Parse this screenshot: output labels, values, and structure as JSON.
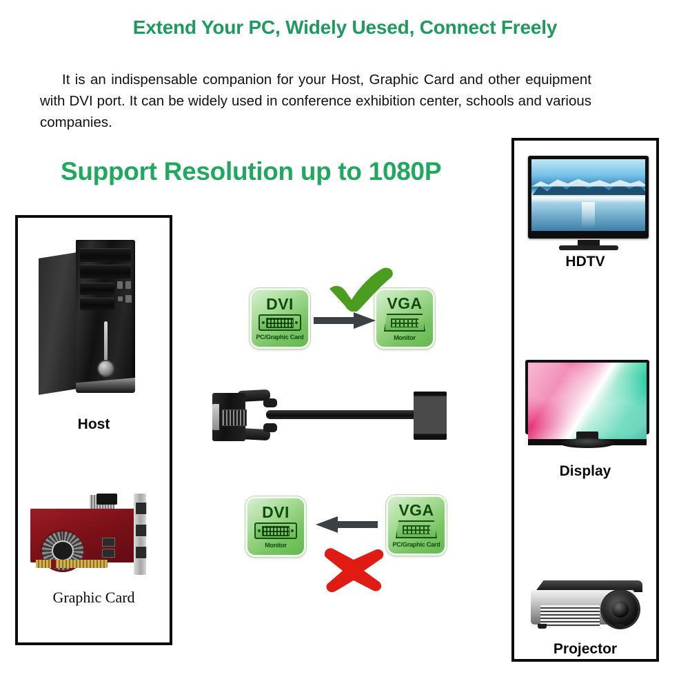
{
  "headline": "Extend Your PC, Widely Uesed, Connect Freely",
  "paragraph": "It is an indispensable companion for your Host, Graphic Card and other equipment with DVI port. It can be widely used in conference exhibition center, schools and various companies.",
  "subheading": "Support Resolution up to 1080P",
  "colors": {
    "headline_green": "#1e9a5c",
    "subheading_green": "#1fa85e",
    "check_green": "#4a9d1f",
    "cross_red": "#e01b14",
    "arrow_gray": "#3b4045",
    "tile_green": "#79c463",
    "tile_text": "#104c10"
  },
  "left_panel": {
    "items": [
      {
        "label": "Host",
        "icon": "pc-tower-icon"
      },
      {
        "label": "Graphic Card",
        "icon": "graphics-card-icon"
      }
    ]
  },
  "right_panel": {
    "items": [
      {
        "label": "HDTV",
        "icon": "hdtv-icon"
      },
      {
        "label": "Display",
        "icon": "monitor-icon"
      },
      {
        "label": "Projector",
        "icon": "projector-icon"
      }
    ]
  },
  "diagram": {
    "supported": {
      "source": {
        "title": "DVI",
        "sub": "PC/Graphic Card",
        "port": "dvi-port-icon"
      },
      "target": {
        "title": "VGA",
        "sub": "Monitor",
        "port": "vga-port-icon"
      },
      "mark": "check-mark-icon",
      "arrow": "arrow-right-icon"
    },
    "unsupported": {
      "source": {
        "title": "VGA",
        "sub": "PC/Graphic Card",
        "port": "vga-port-icon"
      },
      "target": {
        "title": "DVI",
        "sub": "Monitor",
        "port": "dvi-port-icon"
      },
      "mark": "cross-mark-icon",
      "arrow": "arrow-left-icon"
    }
  },
  "adapter": {
    "name": "dvi-to-vga-adapter-cable",
    "left_connector": "dvi-male-connector",
    "right_connector": "vga-female-connector"
  }
}
